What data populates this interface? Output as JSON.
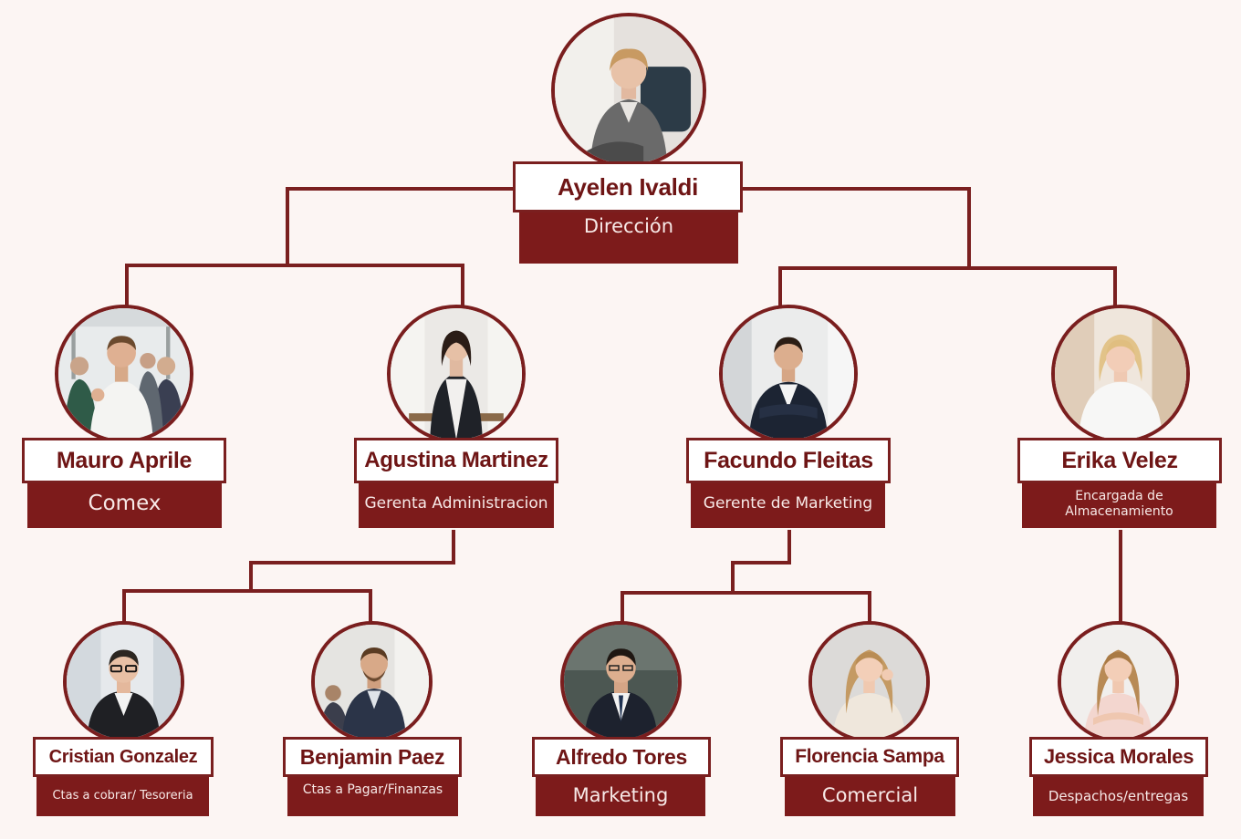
{
  "colors": {
    "background": "#fcf5f3",
    "accent": "#7d1b1b",
    "connector": "#7a1f1f"
  },
  "people": {
    "ayelen": {
      "name": "Ayelen Ivaldi",
      "role": "Dirección"
    },
    "mauro": {
      "name": "Mauro Aprile",
      "role": "Comex"
    },
    "agustina": {
      "name": "Agustina Martinez",
      "role": "Gerenta Administracion"
    },
    "facundo": {
      "name": "Facundo Fleitas",
      "role": "Gerente de Marketing"
    },
    "erika": {
      "name": "Erika Velez",
      "role": "Encargada de Almacenamiento"
    },
    "cristian": {
      "name": "Cristian Gonzalez",
      "role": "Ctas a cobrar/ Tesoreria"
    },
    "benjamin": {
      "name": "Benjamin Paez",
      "role": "Ctas a Pagar/Finanzas"
    },
    "alfredo": {
      "name": "Alfredo Tores",
      "role": "Marketing"
    },
    "florencia": {
      "name": "Florencia Sampa",
      "role": "Comercial"
    },
    "jessica": {
      "name": "Jessica Morales",
      "role": "Despachos/entregas"
    }
  },
  "org": {
    "ayelen": [
      "mauro",
      "agustina",
      "facundo",
      "erika"
    ],
    "agustina": [
      "cristian",
      "benjamin"
    ],
    "facundo": [
      "alfredo",
      "florencia"
    ],
    "erika": [
      "jessica"
    ]
  }
}
